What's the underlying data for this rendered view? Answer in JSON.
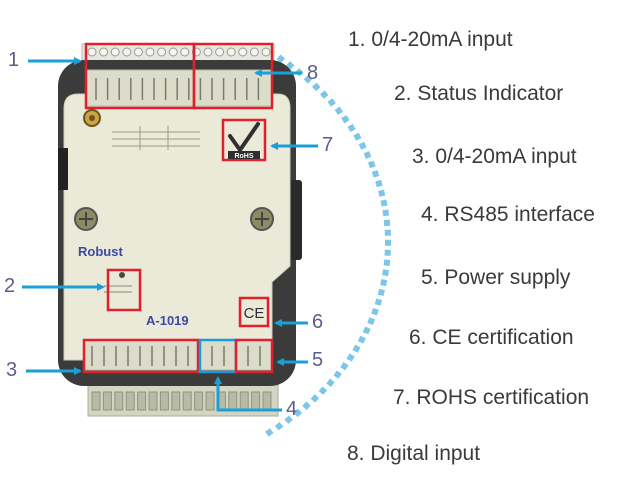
{
  "legend": [
    {
      "num": "1",
      "text": "1. 0/4-20mA input"
    },
    {
      "num": "2",
      "text": "2. Status Indicator"
    },
    {
      "num": "3",
      "text": "3. 0/4-20mA input"
    },
    {
      "num": "4",
      "text": "4. RS485 interface"
    },
    {
      "num": "5",
      "text": "5. Power supply"
    },
    {
      "num": "6",
      "text": "6. CE certification"
    },
    {
      "num": "7",
      "text": "7. ROHS certification"
    },
    {
      "num": "8",
      "text": "8. Digital input"
    }
  ],
  "callouts": {
    "c1": "1",
    "c2": "2",
    "c3": "3",
    "c4": "4",
    "c5": "5",
    "c6": "6",
    "c7": "7",
    "c8": "8"
  },
  "device": {
    "brand": "Robust",
    "model": "A-1019",
    "rohs": "RoHS",
    "ce": "CE"
  },
  "colors": {
    "arrow": "#1aa0d8",
    "highlight_red": "#e0202a",
    "highlight_blue": "#1a9ad6",
    "dots": "#7cc6ea",
    "device_body": "#3a3a3a",
    "label_panel": "#eceadb",
    "terminal": "#c9cdb8"
  }
}
